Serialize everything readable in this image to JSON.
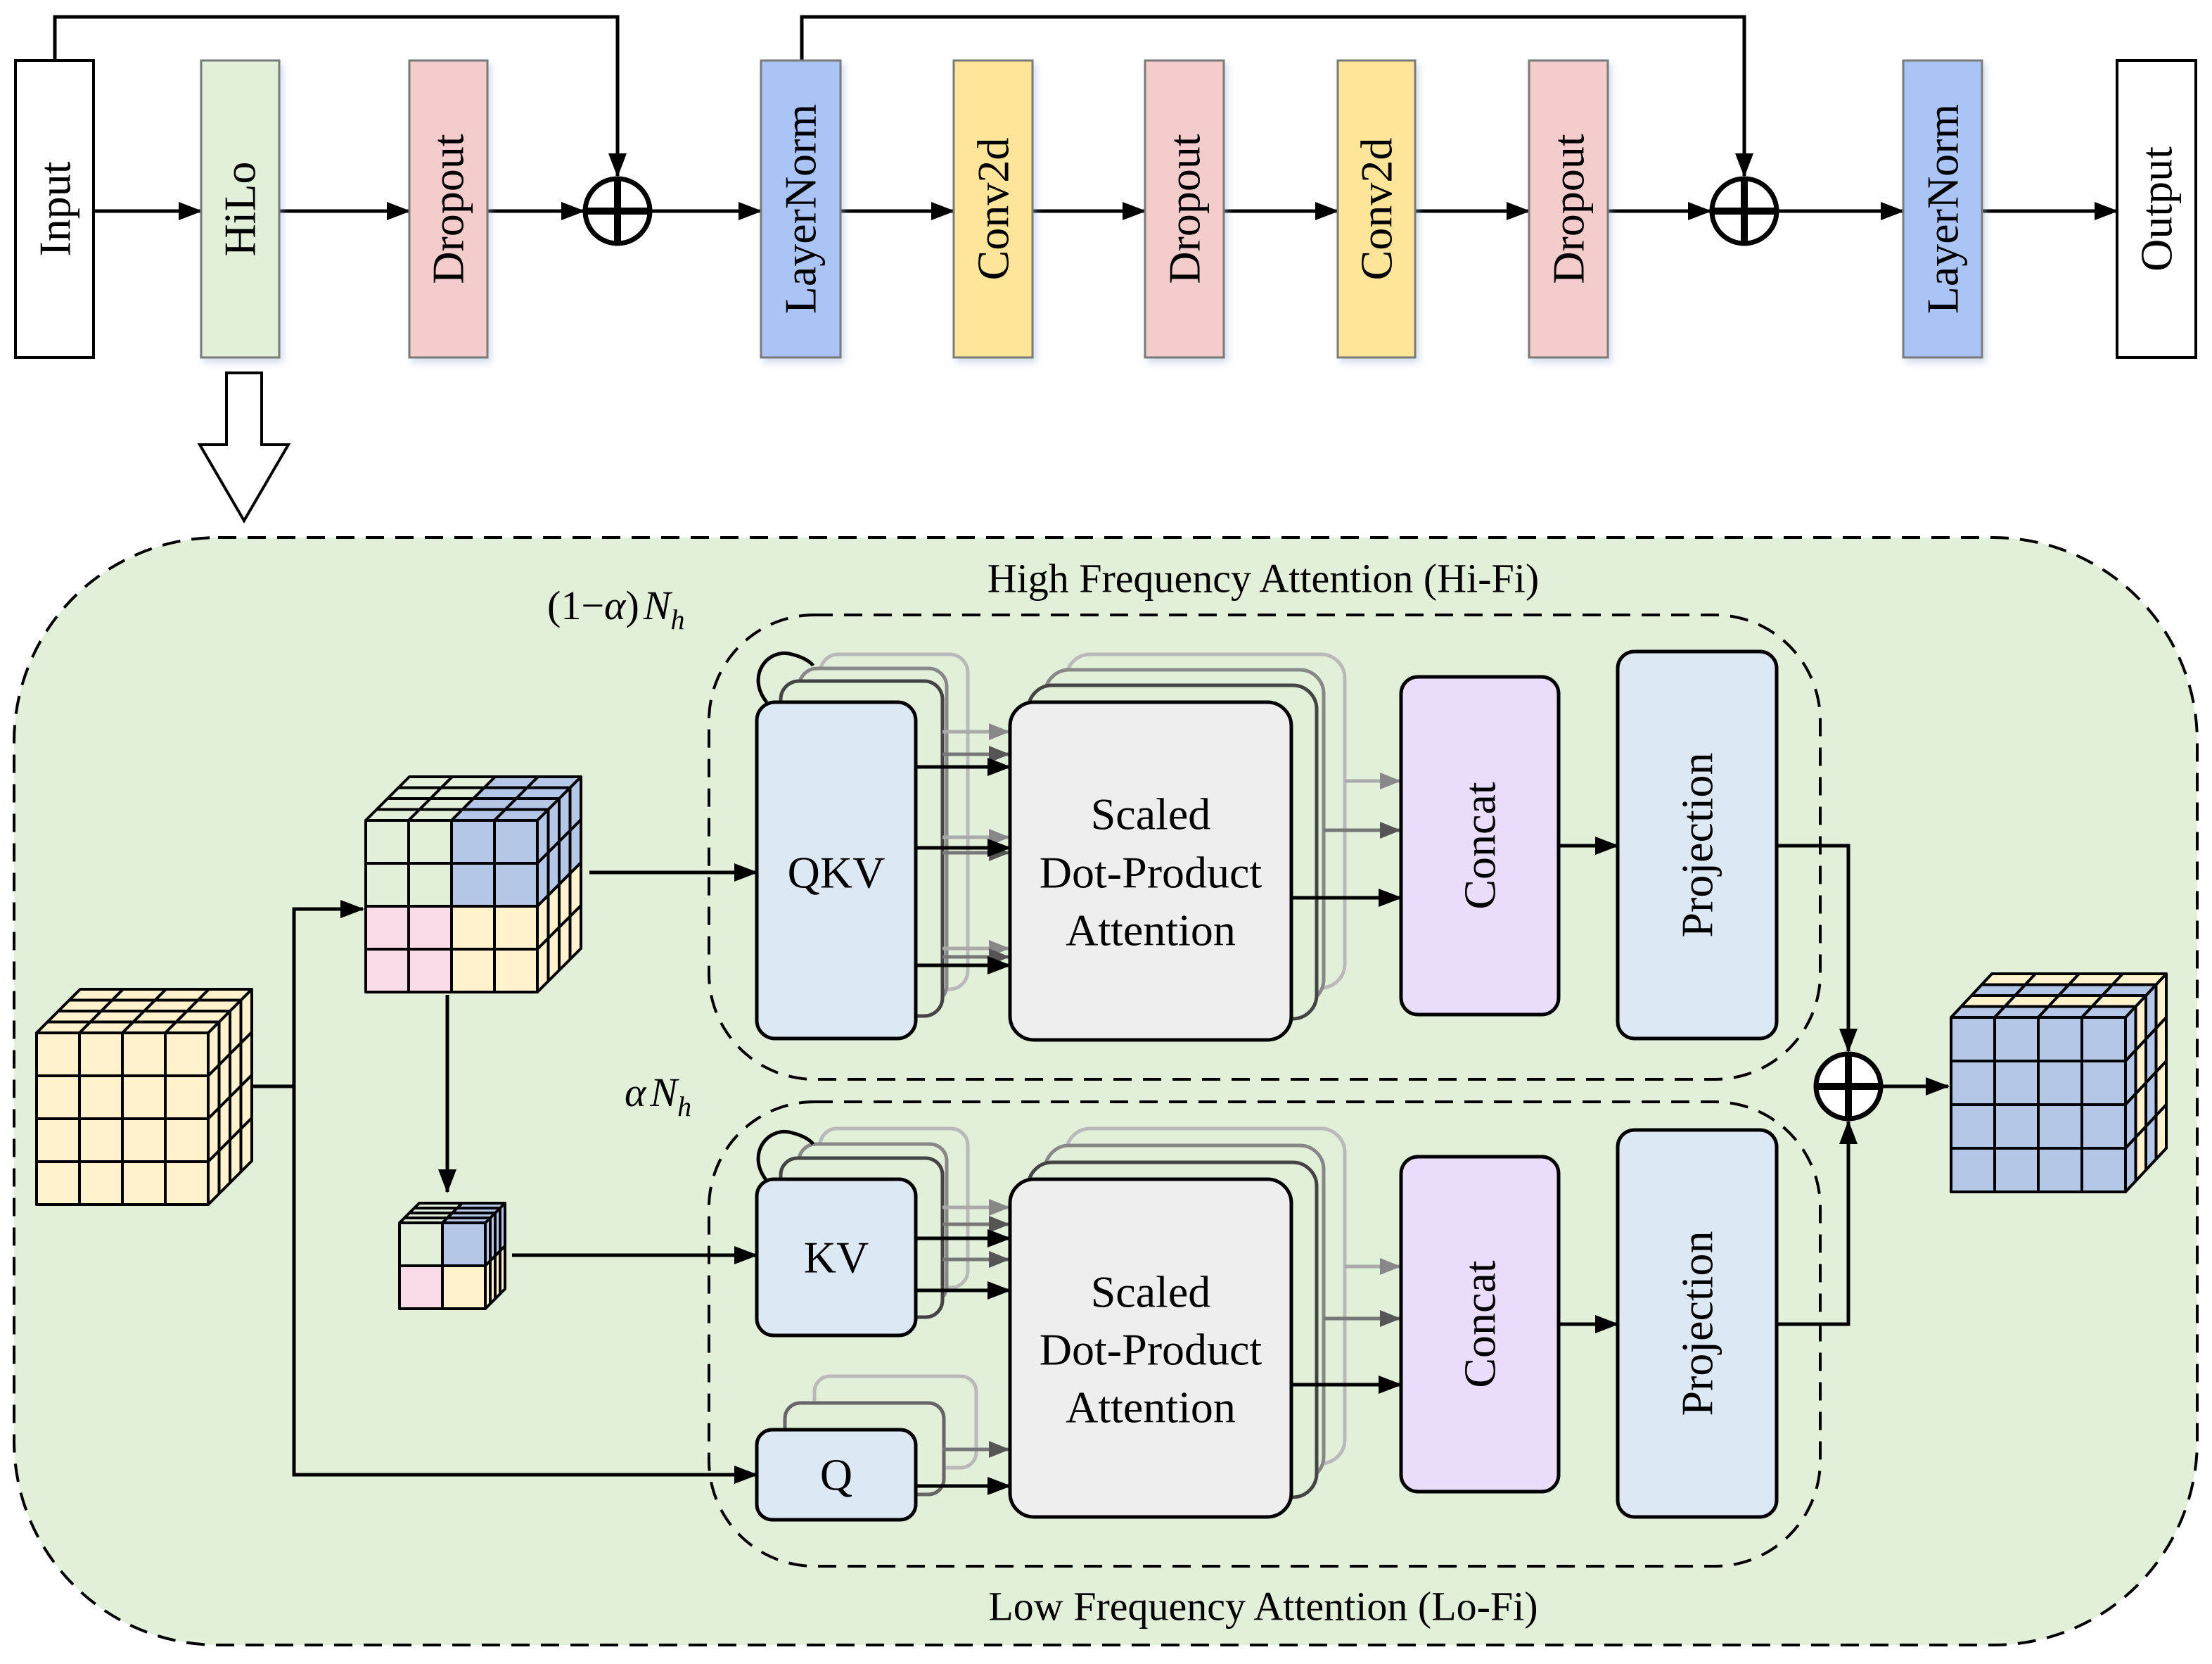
{
  "top_row": {
    "input": "Input",
    "hilo": "HiLo",
    "dropout_1": "Dropout",
    "layernorm_1": "LayerNorm",
    "conv2d_1": "Conv2d",
    "dropout_2": "Dropout",
    "conv2d_2": "Conv2d",
    "dropout_3": "Dropout",
    "layernorm_2": "LayerNorm",
    "output": "Output"
  },
  "hifi": {
    "title": "High Frequency Attention (Hi-Fi)",
    "head_count_prefix": "(1−",
    "head_count_alpha": "α",
    "head_count_mid": ")",
    "head_count_n": "N",
    "head_count_sub": "h",
    "qkv": "QKV",
    "attention_line1": "Scaled",
    "attention_line2": "Dot-Product",
    "attention_line3": "Attention",
    "concat": "Concat",
    "projection": "Projection"
  },
  "lofi": {
    "title": "Low Frequency Attention (Lo-Fi)",
    "head_count_alpha": "α",
    "head_count_n": "N",
    "head_count_sub": "h",
    "kv": "KV",
    "q": "Q",
    "attention_line1": "Scaled",
    "attention_line2": "Dot-Product",
    "attention_line3": "Attention",
    "concat": "Concat",
    "projection": "Projection"
  },
  "colors": {
    "hilo_green": "#e2efd9",
    "dropout_pink": "#f4cccc",
    "layernorm_blue": "#a9c4f5",
    "conv_yellow": "#ffe599",
    "panel_green": "#e2efd9",
    "qkv_blue": "#dde8f5",
    "concat_purple": "#e9ddfb",
    "attention_gray": "#eeeeee",
    "cell_yellow": "#fff2cc",
    "cell_blue": "#b4c7e7",
    "cell_pink": "#fadbe8",
    "cell_green": "#e2efd9"
  }
}
